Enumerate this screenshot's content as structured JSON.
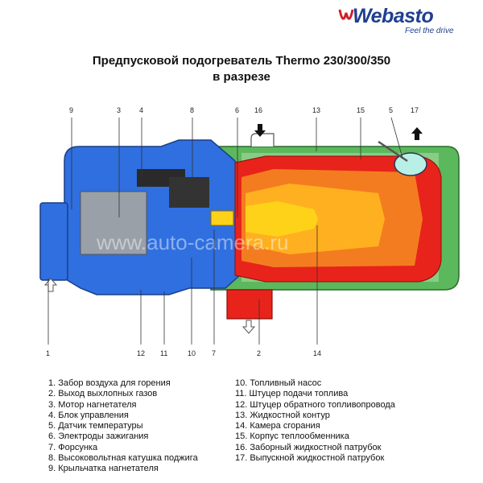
{
  "brand": {
    "logo_text": "Webasto",
    "tagline": "Feel the drive"
  },
  "title": {
    "line1": "Предпусковой подогреватель Thermo 230/300/350",
    "line2": "в разрезе"
  },
  "watermark": "www.auto-camera.ru",
  "callouts": {
    "c1": "1",
    "c2": "2",
    "c3": "3",
    "c4": "4",
    "c5": "5",
    "c6": "6",
    "c7": "7",
    "c8": "8",
    "c9": "9",
    "c10": "10",
    "c11": "11",
    "c12": "12",
    "c13": "13",
    "c14": "14",
    "c15": "15",
    "c16": "16",
    "c17": "17"
  },
  "legend": {
    "left": [
      "1. Забор воздуха для горения",
      "2. Выход выхлопных газов",
      "3. Мотор нагнетателя",
      "4. Блок управления",
      "5. Датчик температуры",
      "6. Электроды зажигания",
      "7. Форсунка",
      "8. Высоковольтная катушка поджига",
      "9. Крыльчатка нагнетателя"
    ],
    "right": [
      "10. Топливный насос",
      "11. Штуцер подачи топлива",
      "12. Штуцер обратного топливопровода",
      "13. Жидкостной контур",
      "14. Камера сгорания",
      "15. Корпус теплообменника",
      "16. Заборный жидкостной патрубок",
      "17. Выпускной жидкостной патрубок"
    ]
  },
  "colors": {
    "blue": "#2f6fe0",
    "green": "#5cb85c",
    "red": "#e8231b",
    "orange": "#f47c20",
    "yellow": "#ffd21a",
    "gray": "#9aa0a8"
  }
}
